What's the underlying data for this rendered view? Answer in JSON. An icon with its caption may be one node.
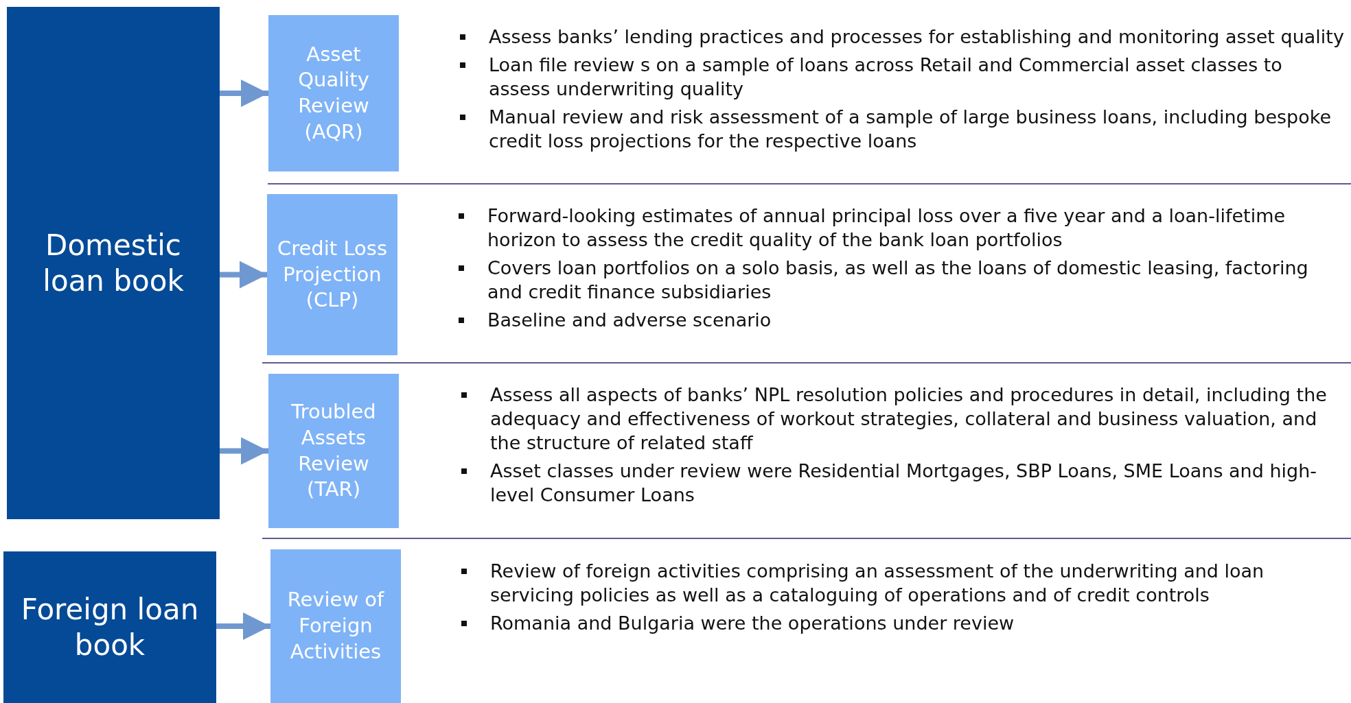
{
  "diagram": {
    "nodes": [
      {
        "text": [
          "Domestic loan book"
        ]
      },
      {
        "text": [
          "Asset Quality Review (AQR)"
        ],
        "beside": [
          "Assess banks’ lending practices and processes for establishing and monitoring asset quality",
          "Loan file review s on a sample of loans across Retail and Commercial asset classes to assess underwriting quality",
          "Manual review and risk assessment of a sample of large business loans, including bespoke credit loss projections for the respective loans"
        ]
      },
      {
        "text": [
          "Credit Loss Projection (CLP)"
        ],
        "beside": [
          "Forward-looking estimates of annual principal loss over a five year and a loan-lifetime horizon to assess the credit quality of the bank loan portfolios",
          "Covers loan portfolios on a solo basis, as well as the loans of domestic leasing, factoring and credit finance subsidiaries",
          "Baseline and adverse scenario"
        ]
      },
      {
        "text": [
          "Troubled Assets Review (TAR)"
        ],
        "beside": [
          "Assess all aspects of banks’ NPL resolution policies and procedures in detail, including the adequacy and effectiveness of workout strategies, collateral and business valuation, and the structure of related staff",
          "Asset classes under review were Residential Mortgages, SBP Loans, SME Loans and high-level Consumer Loans"
        ]
      },
      {
        "text": [
          "Foreign loan book"
        ]
      },
      {
        "text": [
          "Review of Foreign Activities"
        ],
        "beside": [
          "Review of foreign activities comprising an assessment of the underwriting and loan servicing policies as well as a cataloguing of operations and of credit controls",
          "Romania and Bulgaria were the operations under review"
        ]
      }
    ],
    "edges": [
      {
        "from": 0,
        "to": 1,
        "arrow": "to"
      },
      {
        "from": 0,
        "to": 2,
        "arrow": "to"
      },
      {
        "from": 0,
        "to": 3,
        "arrow": "to"
      },
      {
        "from": 4,
        "to": 5,
        "arrow": "to"
      }
    ]
  }
}
